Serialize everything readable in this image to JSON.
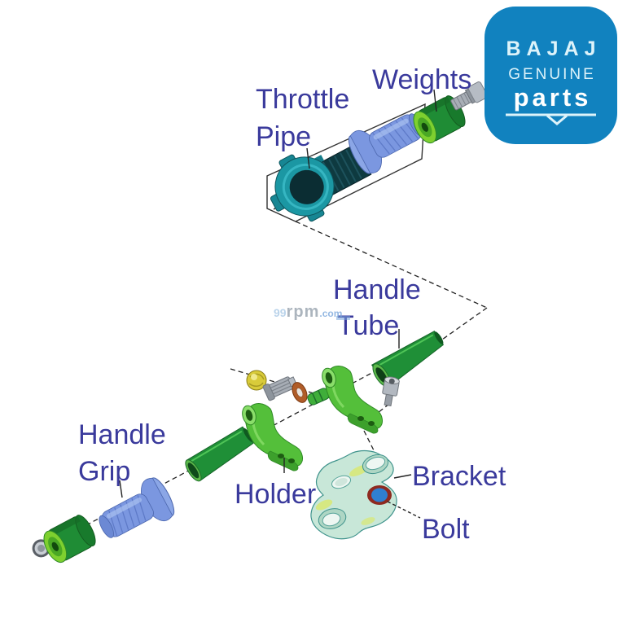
{
  "labels": {
    "throttle_pipe": {
      "line1": "Throttle",
      "line2": "Pipe"
    },
    "weights": {
      "text": "Weights"
    },
    "handle_tube": {
      "line1": "Handle",
      "line2": "Tube"
    },
    "handle_grip": {
      "line1": "Handle",
      "line2": "Grip"
    },
    "holder": {
      "text": "Holder"
    },
    "bracket": {
      "text": "Bracket"
    },
    "bolt": {
      "text": "Bolt"
    }
  },
  "logo": {
    "brand": "BAJAJ",
    "line2": "GENUINE",
    "line3": "parts"
  },
  "watermark": {
    "prefix": "99",
    "name": "rpm",
    "suffix": ".com"
  },
  "colors": {
    "label_text": "#3a3a9c",
    "logo_bg": "#1182bf",
    "logo_text": "#ddf3fa",
    "logo_parts_text": "#ffffff",
    "watermark_num": "#a9c9e6",
    "watermark_rpm": "#98a3ae",
    "watermark_com": "#7aa7dc",
    "tube_green": "#1f8f37",
    "holder_green": "#54bf3a",
    "grip_blue": "#7b97e0",
    "throttle_teal": "#1b97a3",
    "throttle_dark": "#0e3a40",
    "weight_face": "#7ed02f",
    "weight_body": "#1f8c35",
    "bracket_mint": "#c8e7d8",
    "bracket_outline": "#3f938c",
    "washer_copper": "#b05c28",
    "nut_yellow": "#d9cb3a",
    "metal_gray": "#a8aeb6",
    "marker_red": "#8e2a20",
    "marker_blue": "#2f7fd0",
    "line_dark": "#222222"
  }
}
